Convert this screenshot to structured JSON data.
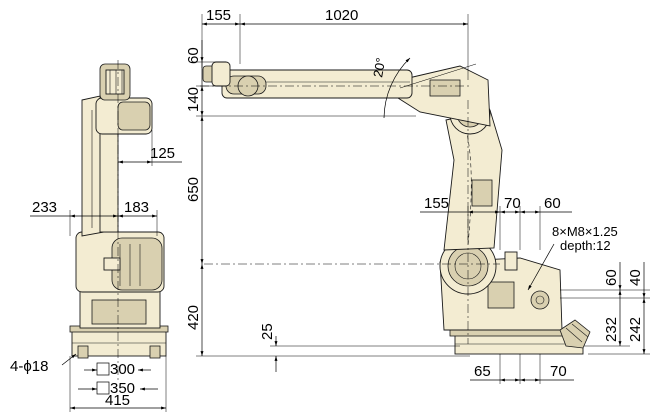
{
  "dimensions": {
    "side_top_offset": "155",
    "arm_length": "1020",
    "wrist_height": "60",
    "angle": "20°",
    "forearm_height": "140",
    "upper_arm": "650",
    "base_height": "420",
    "floor_offset": "25",
    "joint_offset": "155",
    "mount_70_top": "70",
    "mount_60_top": "60",
    "bolts": "8×M8×1.25",
    "depth": "depth:12",
    "right_60": "60",
    "right_40": "40",
    "right_232": "232",
    "right_242": "242",
    "bottom_65": "65",
    "bottom_70": "70",
    "front_125": "125",
    "front_233": "233",
    "front_183": "183",
    "holes": "4-ϕ18",
    "square_300": "300",
    "square_350": "350",
    "width_415": "415"
  }
}
